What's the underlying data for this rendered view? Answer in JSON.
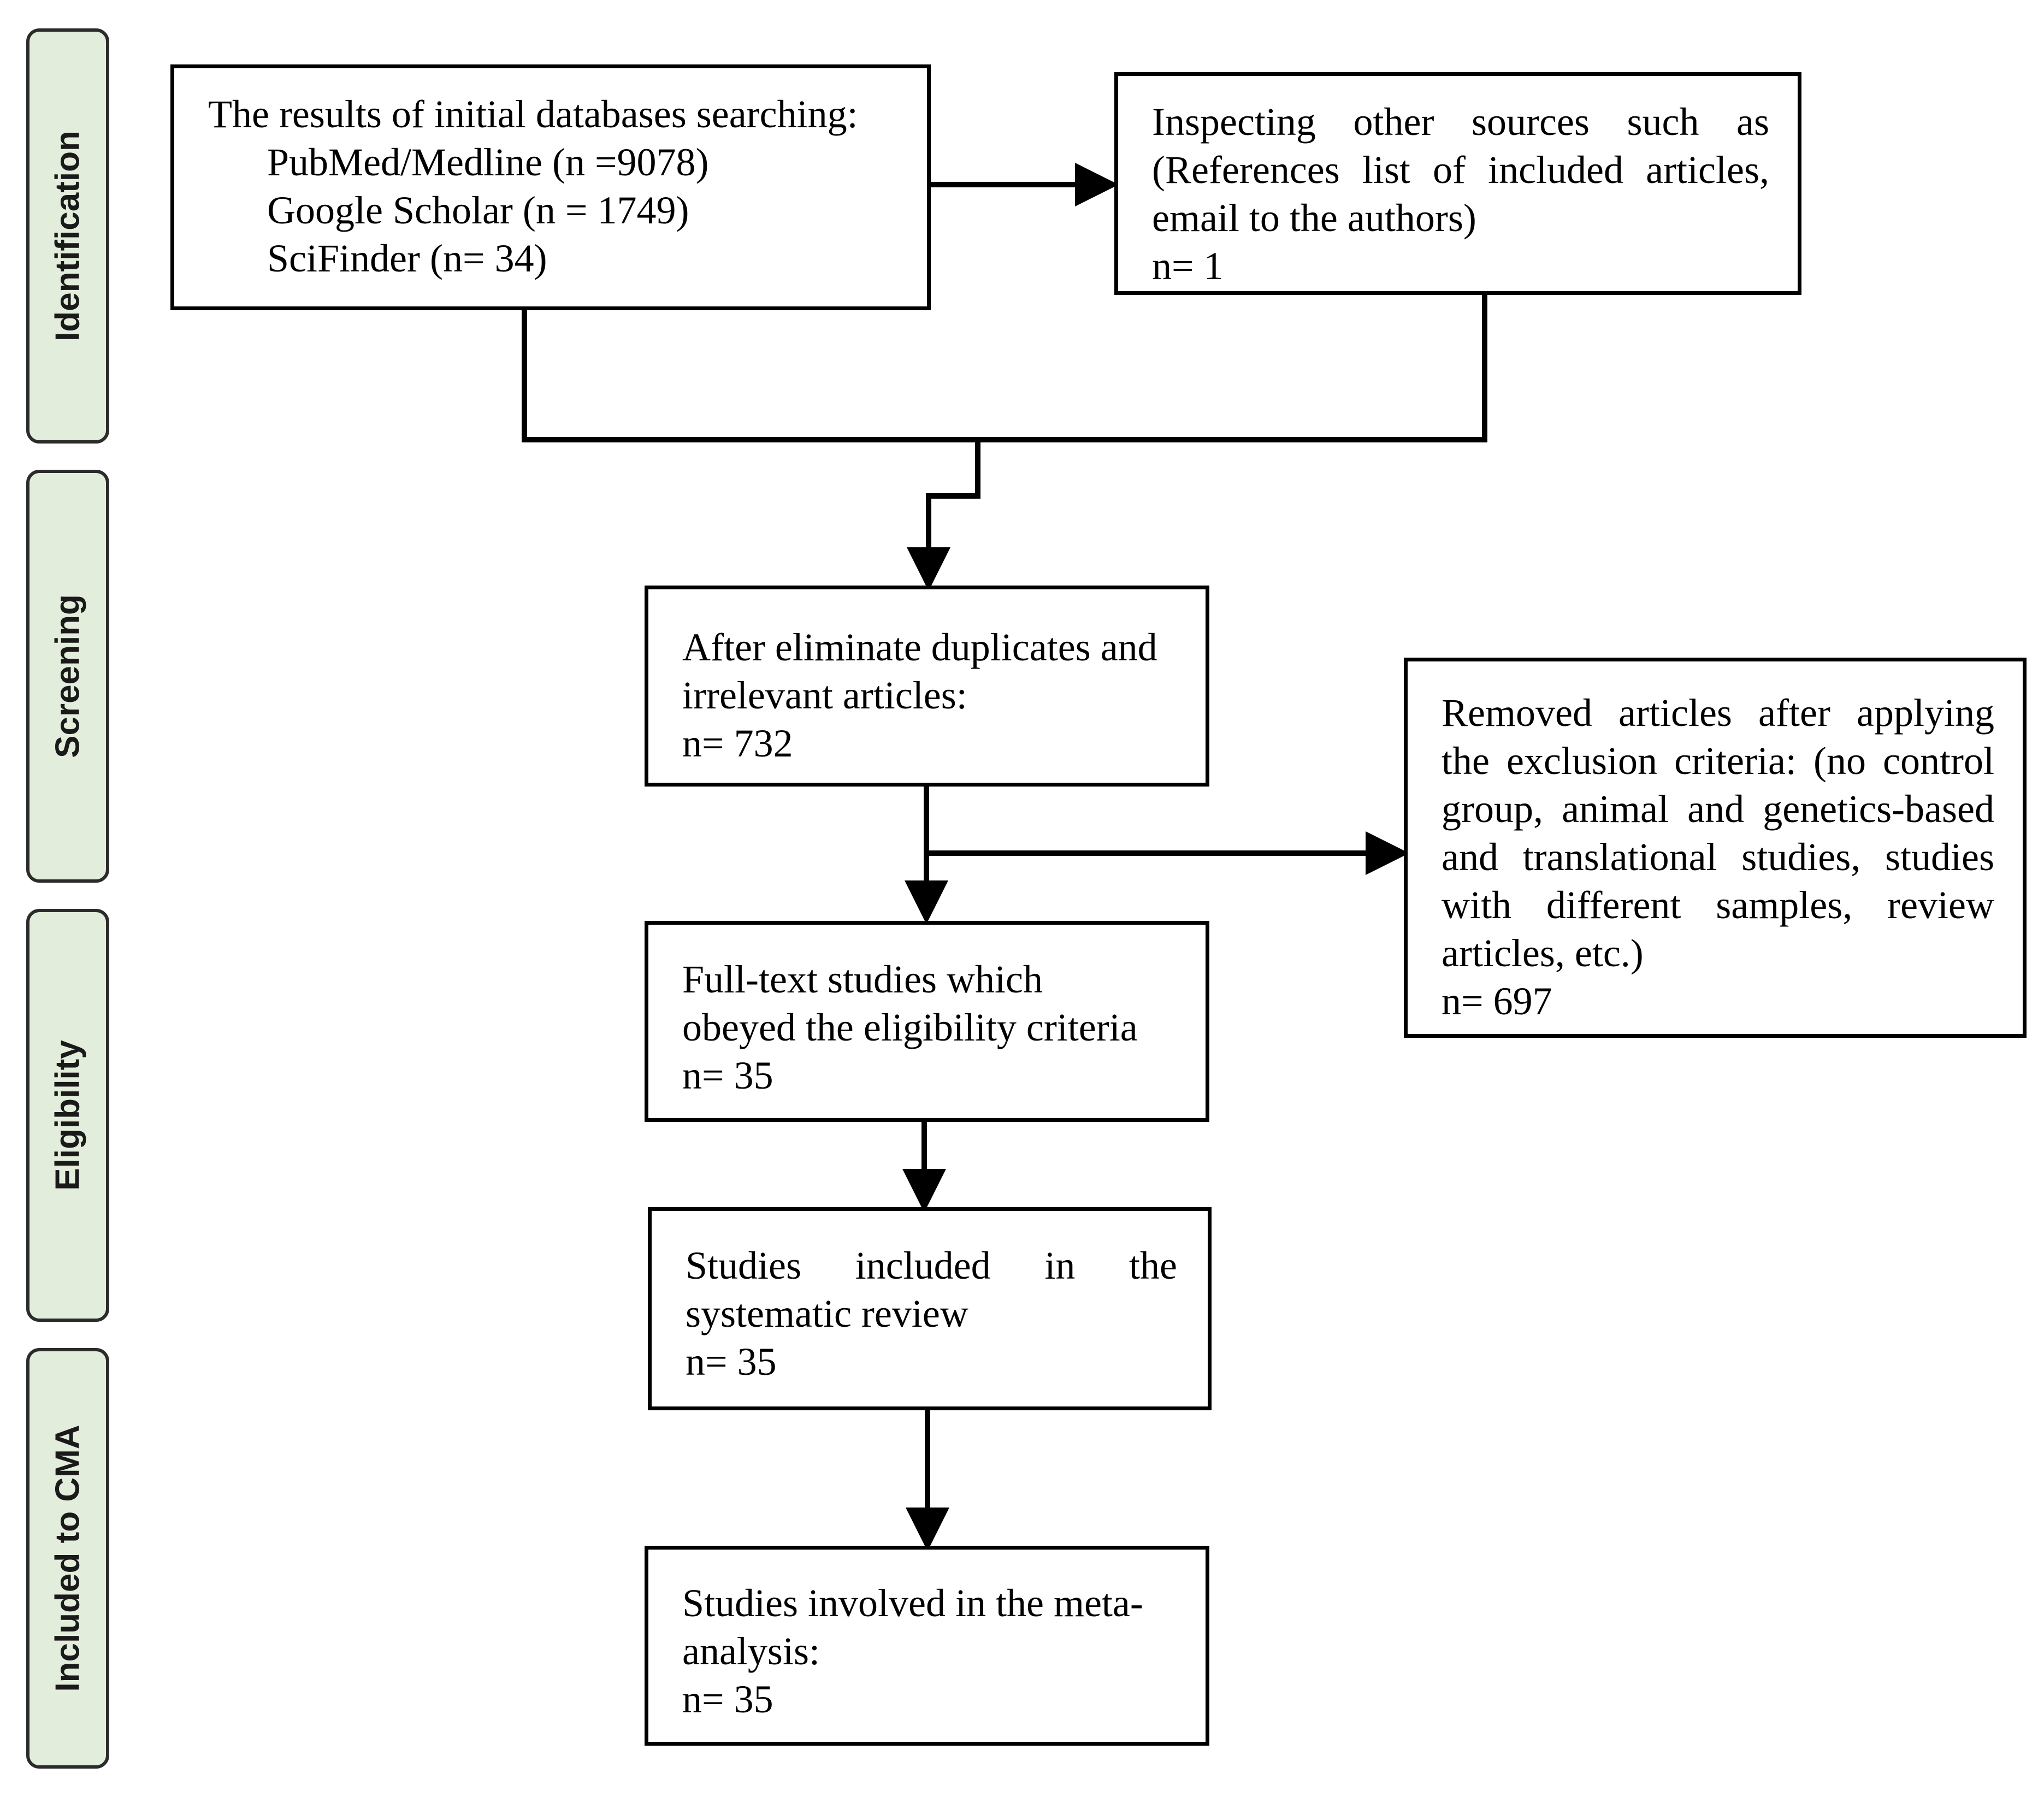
{
  "phases": {
    "identification": "Identification",
    "screening": "Screening",
    "eligibility": "Eligibility",
    "included": "Included to CMA"
  },
  "boxes": {
    "initial_search": {
      "lines": [
        "The results of initial databases searching:",
        "PubMed/Medline (n =9078)",
        "Google Scholar (n = 1749)",
        "SciFinder (n= 34)"
      ]
    },
    "other_sources": {
      "lines": [
        "Inspecting other sources such as",
        "(References list of included articles,",
        "email to the authors)",
        "n= 1"
      ]
    },
    "after_duplicates": {
      "lines": [
        "After eliminate duplicates and",
        "irrelevant articles:",
        "n= 732"
      ]
    },
    "removed": {
      "lines": [
        "Removed articles after applying",
        "the exclusion criteria: (no control",
        "group, animal and genetics-based",
        "and translational studies, studies",
        "with different samples, review",
        "articles, etc.)",
        "n= 697"
      ]
    },
    "full_text": {
      "lines": [
        "Full-text studies which",
        "obeyed the eligibility criteria",
        "n= 35"
      ]
    },
    "systematic_review": {
      "lines": [
        "Studies included in the",
        "systematic review",
        "n= 35"
      ]
    },
    "meta_analysis": {
      "lines": [
        "Studies involved in the meta-",
        "analysis:",
        "n= 35"
      ]
    }
  }
}
